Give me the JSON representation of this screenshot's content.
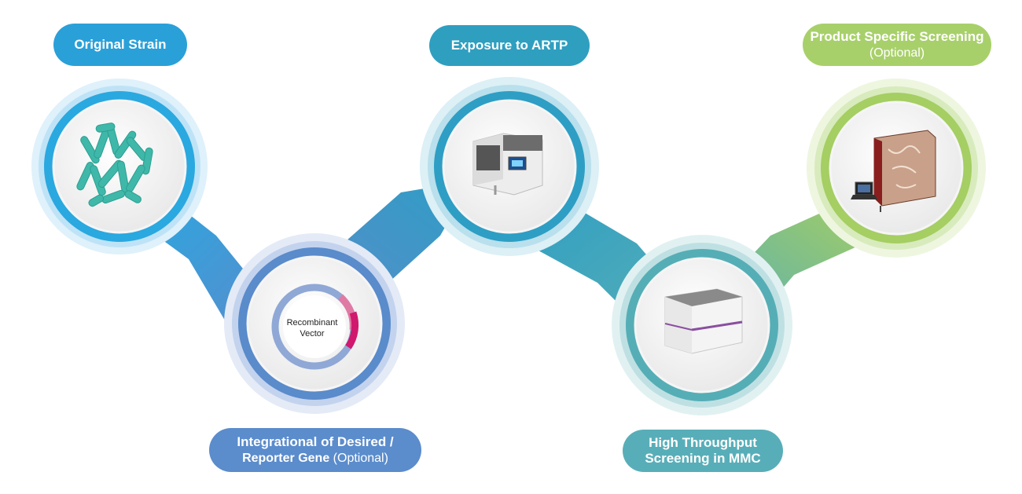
{
  "steps": [
    {
      "title": "Original Strain",
      "subtitle": "",
      "color": "#2aa0d8",
      "icon": "bacteria-icon"
    },
    {
      "title": "Integrational of Desired /",
      "subtitle_bold": "Reporter Gene",
      "subtitle_normal": "(Optional)",
      "color": "#5b8ccc",
      "icon": "plasmid-icon"
    },
    {
      "title": "Exposure to ARTP",
      "subtitle": "",
      "color": "#2f9fc0",
      "icon": "artp-machine-icon"
    },
    {
      "title": "High Throughput",
      "subtitle": "Screening in MMC",
      "color": "#58aeb8",
      "icon": "mmc-machine-icon"
    },
    {
      "title": "Product Specific Screening",
      "subtitle": "(Optional)",
      "color": "#a8d06a",
      "icon": "bioreactor-icon"
    }
  ],
  "plasmid": {
    "label_line1": "Recombinant",
    "label_line2": "Vector"
  },
  "colors": {
    "ring_blue": "#2aa8e0",
    "ring_purple": "#5a8bcb",
    "ring_teal1": "#2e9ec4",
    "ring_teal2": "#55aeb6",
    "ring_green": "#a5ce63"
  }
}
